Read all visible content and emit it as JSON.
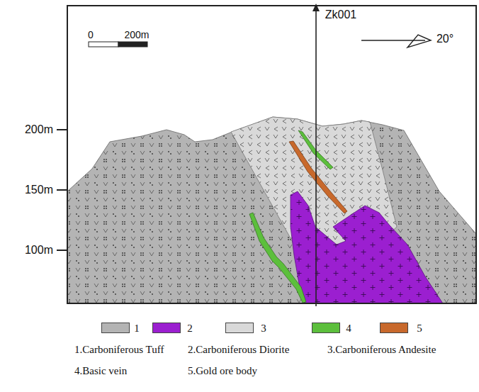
{
  "diagram": {
    "labels": [
      "0",
      "200m",
      "20°",
      "Zk001",
      "200m",
      "150m",
      "100m",
      "1",
      "2",
      "3",
      "4",
      "5"
    ],
    "legend": [
      {
        "text": "1.Carboniferous Tuff",
        "color": "#b4b4b4"
      },
      {
        "text": "2.Carboniferous Diorite",
        "color": "#9b1fd0"
      },
      {
        "text": "3.Carboniferous Andesite",
        "color": "#d9d9d9"
      },
      {
        "text": "4.Basic vein",
        "color": "#5cbf3c"
      },
      {
        "text": "5.Gold ore body",
        "color": "#c8692c"
      }
    ]
  }
}
